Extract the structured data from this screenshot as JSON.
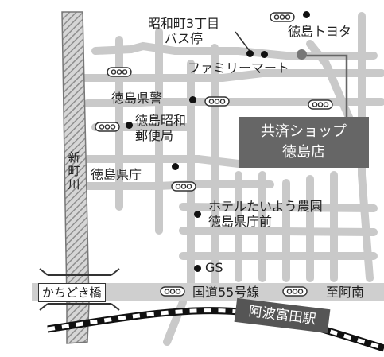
{
  "landmarks": {
    "showa_3chome_bus_stop": "昭和町3丁目\nバス停",
    "tokushima_toyota": "徳島トヨタ",
    "family_mart": "ファミリーマート",
    "tokushima_police": "徳島県警",
    "tokushima_showa_post": "徳島昭和\n郵便局",
    "tokushima_pref_office": "徳島県庁",
    "hotel_taiyo": "ホテルたいよう農園\n徳島県庁前",
    "gs": "GS",
    "route55": "国道55号線",
    "to_anan": "至阿南",
    "kachidoki_bridge": "かちどき橋",
    "shinmachi_river": "新町川"
  },
  "store": {
    "name": "共済ショップ\n徳島店"
  },
  "station": {
    "name": "阿波富田駅"
  },
  "colors": {
    "road": "#c8c8c8",
    "river": "#8a8a8a",
    "store_box": "#666666",
    "rail": "#111111"
  },
  "icons": [
    "bus-stop-icon",
    "map-dot-icon",
    "store-marker-icon"
  ]
}
